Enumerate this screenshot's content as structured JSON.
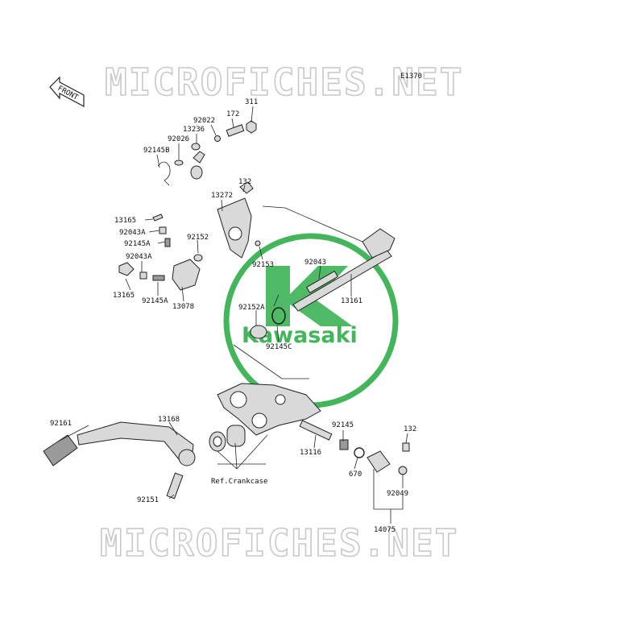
{
  "diagram": {
    "code": "E1370",
    "front_label": "FRONT",
    "watermark_text": "MICROFICHES.NET",
    "logo_text": "Kawasaki",
    "reference_note": "Ref.Crankcase",
    "part_labels": [
      "311",
      "172",
      "92022",
      "13236",
      "92026",
      "92145B",
      "132",
      "13272",
      "13165",
      "92043A",
      "92145A",
      "92152",
      "92043A",
      "13165",
      "92145A",
      "13078",
      "92153",
      "92043",
      "13161",
      "92152A",
      "92145C",
      "92161",
      "13168",
      "92145",
      "132",
      "13116",
      "670",
      "92049",
      "92151",
      "14075"
    ],
    "colors": {
      "logo_green": "#2fae4a",
      "linework": "#222222",
      "watermark": "#c9c9c9"
    }
  }
}
